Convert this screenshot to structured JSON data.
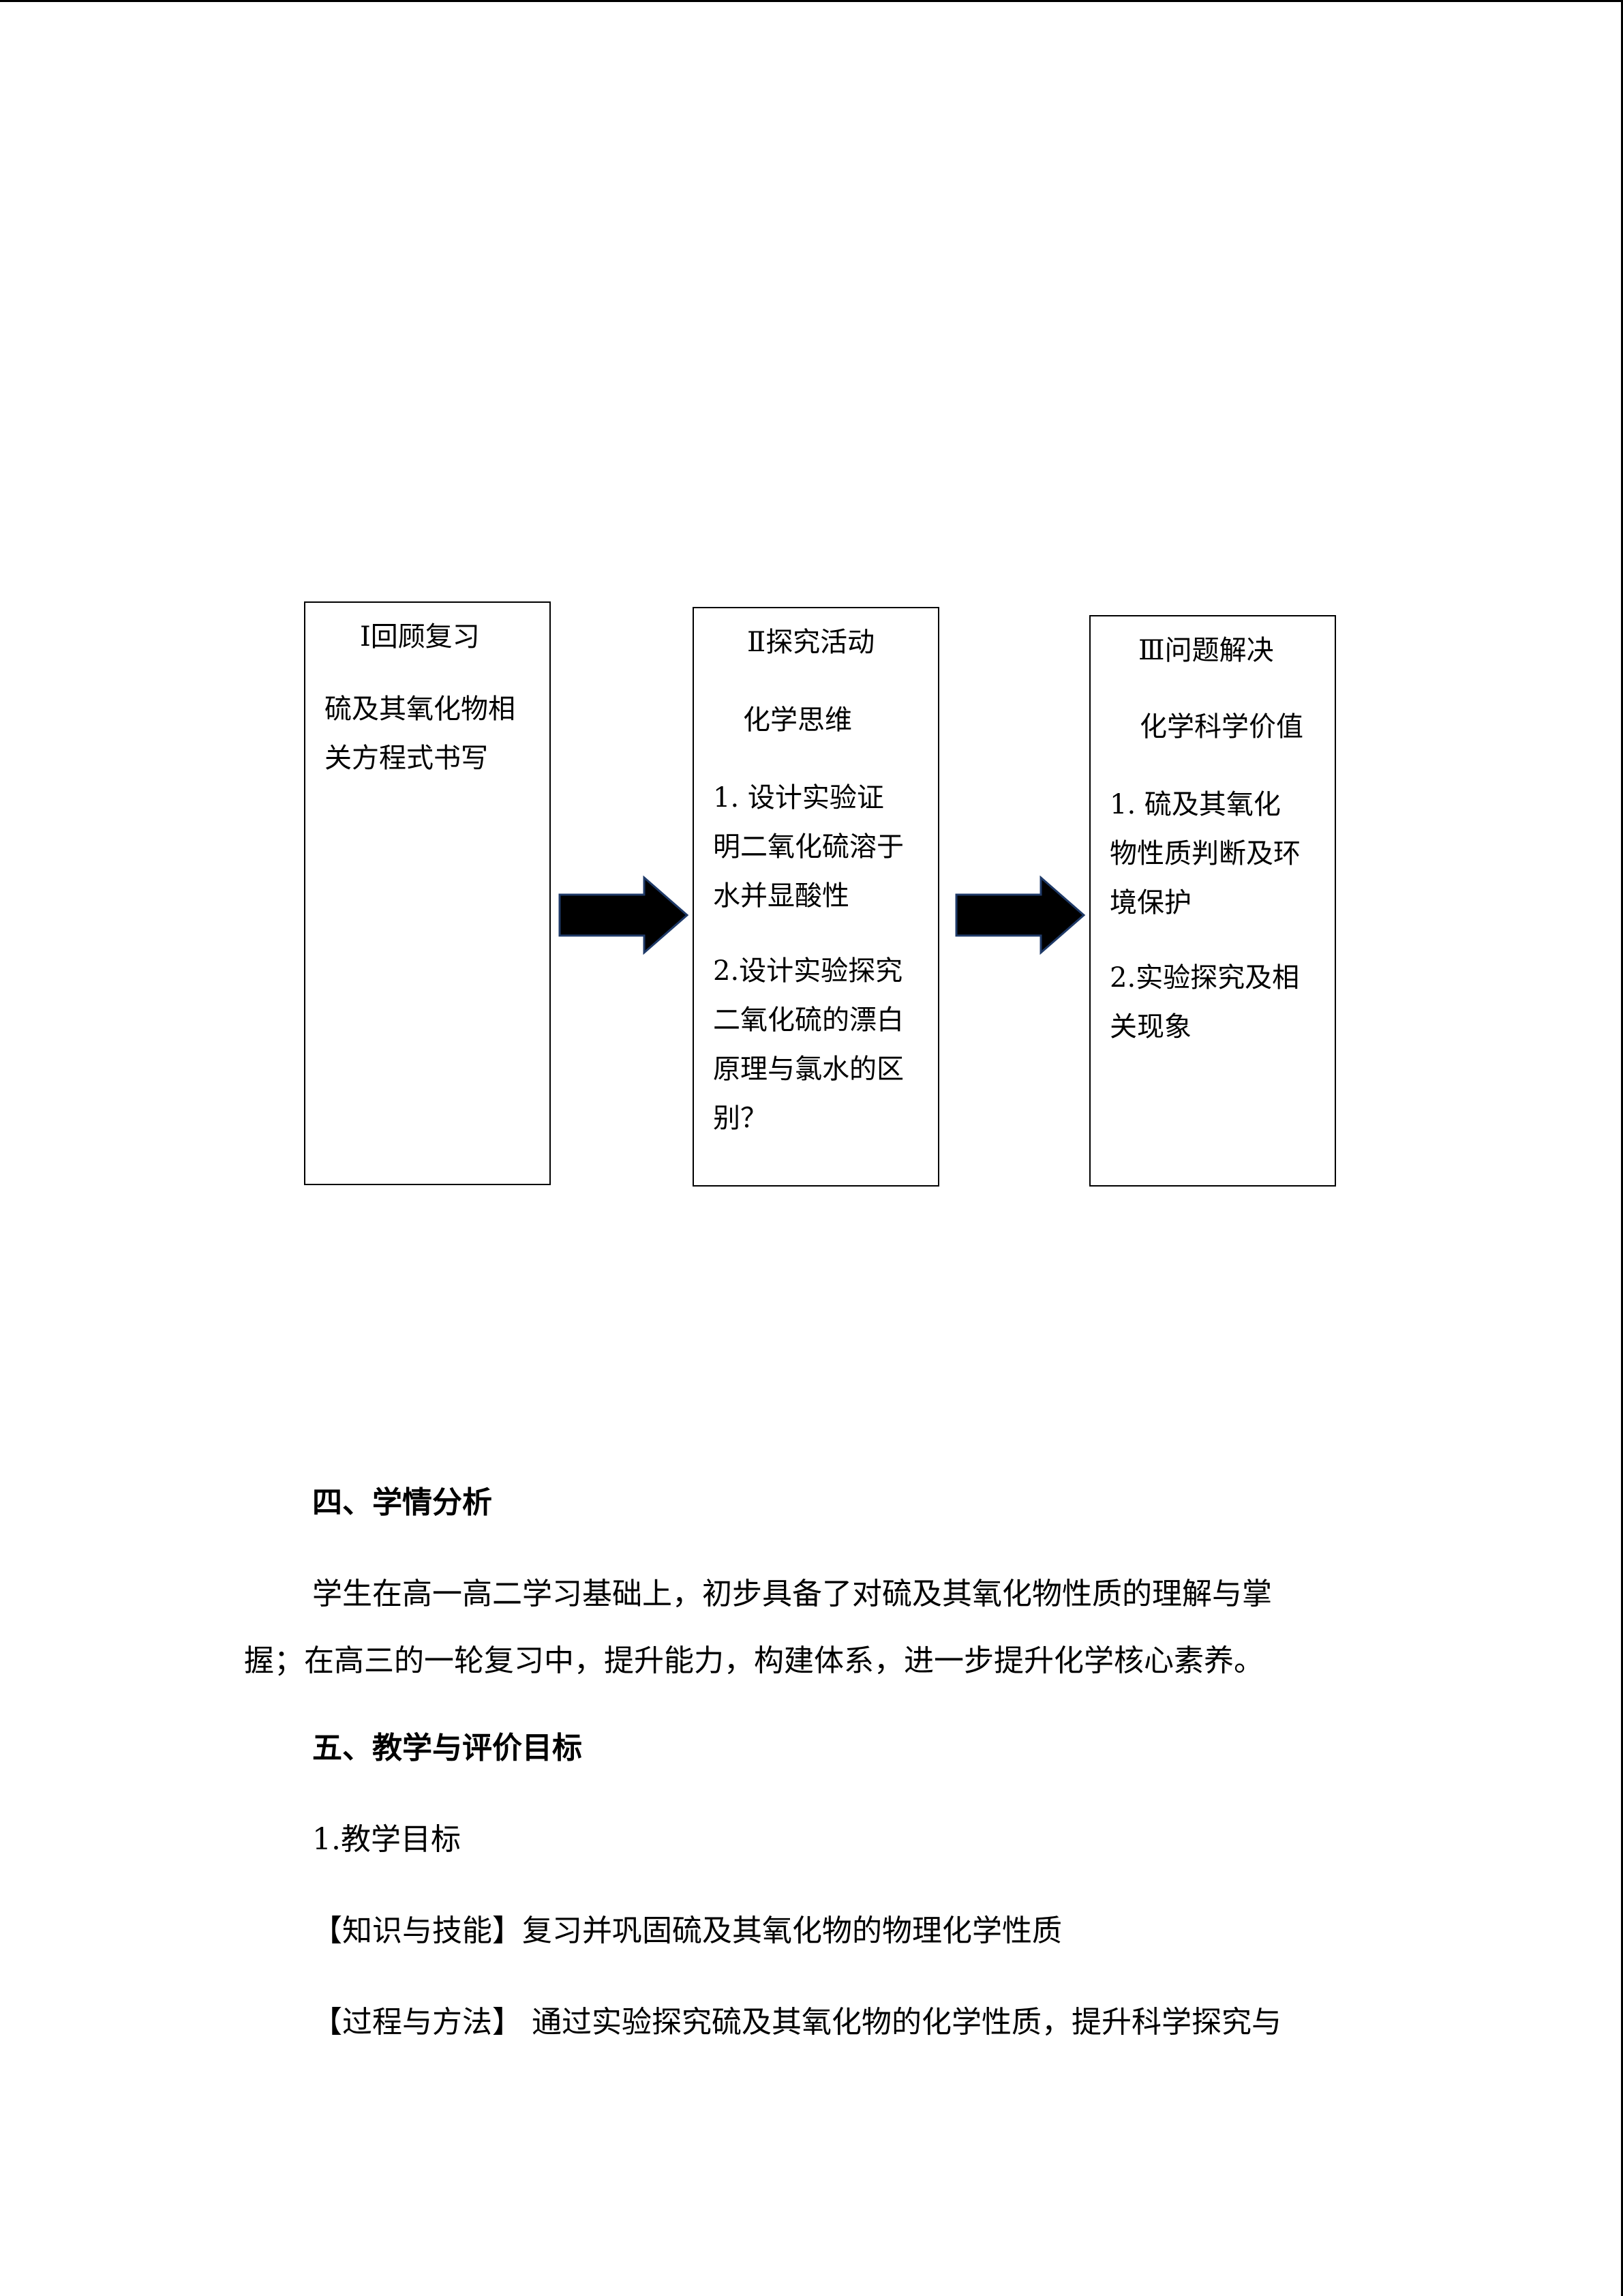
{
  "flowchart": {
    "box1": {
      "title": "Ⅰ回顾复习",
      "body_lines": [
        "硫及其氧化物相",
        "关方程式书写"
      ]
    },
    "box2": {
      "title": "Ⅱ探究活动",
      "subtitle": "化学思维",
      "item1_lines": [
        "1.   设计实验证",
        "明二氧化硫溶于",
        "水并显酸性"
      ],
      "item2_lines": [
        "2.设计实验探究",
        "二氧化硫的漂白",
        "原理与氯水的区",
        "别？"
      ]
    },
    "box3": {
      "title": "Ⅲ问题解决",
      "subtitle": "化学科学价值",
      "item1_lines": [
        "1.   硫及其氧化",
        "物性质判断及环",
        "境保护"
      ],
      "item2_lines": [
        "2.实验探究及相",
        "关现象"
      ]
    },
    "arrow_icon": "right-arrow-icon"
  },
  "document": {
    "section4_heading": "四、学情分析",
    "section4_para_line1": "学生在高一高二学习基础上，初步具备了对硫及其氧化物性质的理解与掌",
    "section4_para_line2": "握；在高三的一轮复习中，提升能力，构建体系，进一步提升化学核心素养。",
    "section5_heading": "五、教学与评价目标",
    "goal_title": "1.教学目标",
    "knowledge_line": "【知识与技能】复习并巩固硫及其氧化物的物理化学性质",
    "process_line": "【过程与方法】  通过实验探究硫及其氧化物的化学性质，提升科学探究与"
  }
}
